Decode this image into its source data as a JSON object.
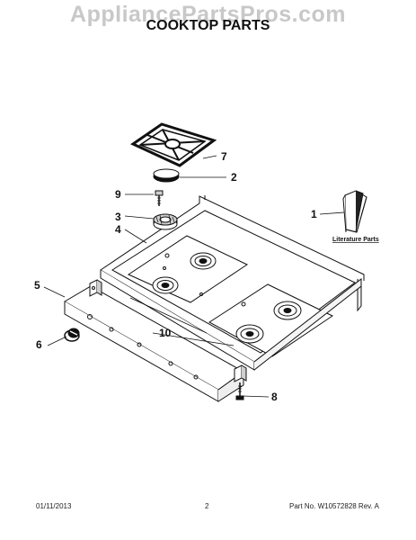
{
  "header": {
    "watermark": "AppliancePartsPros.com",
    "title": "COOKTOP PARTS"
  },
  "callouts": {
    "c1": "1",
    "c2": "2",
    "c3": "3",
    "c4": "4",
    "c5": "5",
    "c6": "6",
    "c7": "7",
    "c8": "8",
    "c9": "9",
    "c10": "10"
  },
  "literature_label": "Literature Parts",
  "footer": {
    "date": "01/11/2013",
    "page": "2",
    "part_no": "Part No.  W10572828  Rev.  A"
  },
  "colors": {
    "line": "#111111",
    "fill": "#ffffff",
    "shade": "#cfcfcf",
    "watermark": "#c8c8c8"
  }
}
